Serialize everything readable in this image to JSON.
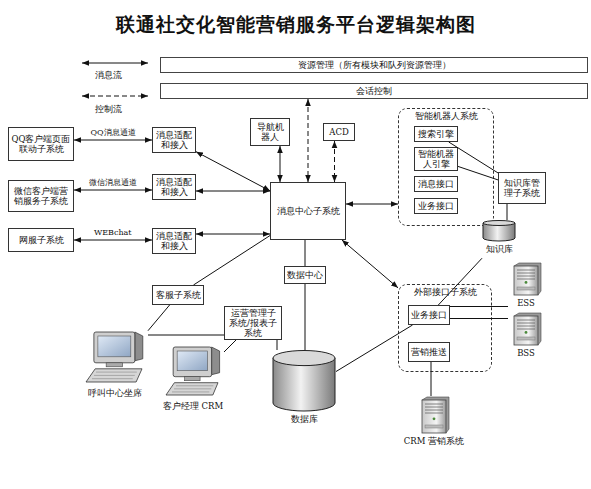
{
  "diagram": {
    "title": "联通社交化智能营销服务平台逻辑架构图",
    "nodes": [
      {
        "text": [
          "资源管理（所有模块和队列资源管理）"
        ]
      },
      {
        "text": [
          "会话控制"
        ]
      },
      {
        "text": [
          "QQ客户端页面联动子系统"
        ]
      },
      {
        "text": [
          "消息适配和接入"
        ]
      },
      {
        "text": [
          "导航机器人"
        ]
      },
      {
        "text": [
          "ACD"
        ]
      },
      {
        "text": [
          "智能机器人系统"
        ]
      },
      {
        "text": [
          "搜索引擎"
        ],
        "in": 6
      },
      {
        "text": [
          "智能机器人引擎"
        ],
        "in": 6
      },
      {
        "text": [
          "消息接口"
        ],
        "in": 6
      },
      {
        "text": [
          "业务接口"
        ],
        "in": 6
      },
      {
        "text": [
          "知识库管理子系统"
        ]
      },
      {
        "text": [
          "微信客户端营销服务子系统"
        ]
      },
      {
        "text": [
          "消息适配和接入"
        ]
      },
      {
        "text": [
          "消息中心子系统"
        ]
      },
      {
        "text": [
          "知识库"
        ]
      },
      {
        "text": [
          "网服子系统"
        ]
      },
      {
        "text": [
          "消息适配和接入"
        ]
      },
      {
        "text": [
          "客服子系统"
        ]
      },
      {
        "text": [
          "数据中心"
        ]
      },
      {
        "text": [
          "外部接口子系统"
        ]
      },
      {
        "text": [
          "业务接口"
        ],
        "in": 20
      },
      {
        "text": [
          "营销推送"
        ],
        "in": 20
      },
      {
        "text": [
          "ESS"
        ]
      },
      {
        "text": [
          "BSS"
        ]
      },
      {
        "text": [
          "运营管理子系统/报表子系统"
        ]
      },
      {
        "text": [
          "呼叫中心坐席"
        ]
      },
      {
        "text": [
          "客户经理 CRM"
        ]
      },
      {
        "text": [
          "数据库"
        ]
      },
      {
        "text": [
          "CRM 营销系统"
        ]
      }
    ],
    "edges": [
      {
        "from": 2,
        "to": 3,
        "arrow": "both",
        "label": "QQ消息通道"
      },
      {
        "from": 12,
        "to": 13,
        "arrow": "both",
        "label": "微信消息通道"
      },
      {
        "from": 16,
        "to": 17,
        "arrow": "both",
        "label": "WEBchat"
      },
      {
        "from": 3,
        "to": 14,
        "arrow": "both"
      },
      {
        "from": 13,
        "to": 14,
        "arrow": "both"
      },
      {
        "from": 17,
        "to": 14,
        "arrow": "both"
      },
      {
        "from": 4,
        "to": 14,
        "arrow": "both"
      },
      {
        "from": 5,
        "to": 14,
        "arrow": "both"
      },
      {
        "from": 1,
        "to": 14,
        "arrow": "both"
      },
      {
        "from": 14,
        "to": 6,
        "arrow": "both"
      },
      {
        "from": 7,
        "to": 11,
        "arrow": "none"
      },
      {
        "from": 8,
        "to": 11,
        "arrow": "none"
      },
      {
        "from": 11,
        "to": 15,
        "arrow": "none"
      },
      {
        "from": 14,
        "to": 20,
        "arrow": "both"
      },
      {
        "from": 18,
        "to": 14,
        "arrow": "none"
      },
      {
        "from": 14,
        "to": 19,
        "arrow": "none"
      },
      {
        "from": 19,
        "to": 28,
        "arrow": "none"
      },
      {
        "from": 18,
        "to": 26,
        "arrow": "none"
      },
      {
        "from": 25,
        "to": 26,
        "arrow": "none"
      },
      {
        "from": 25,
        "to": 27,
        "arrow": "none"
      },
      {
        "from": 25,
        "to": 28,
        "arrow": "none"
      },
      {
        "from": 21,
        "to": 15,
        "arrow": "none"
      },
      {
        "from": 21,
        "to": 23,
        "arrow": "none"
      },
      {
        "from": 21,
        "to": 24,
        "arrow": "none"
      },
      {
        "from": 22,
        "to": 29,
        "arrow": "none"
      },
      {
        "from": 28,
        "to": 21,
        "arrow": "none"
      }
    ],
    "legend": [
      {
        "text": "消息流"
      },
      {
        "text": "控制流"
      }
    ]
  }
}
